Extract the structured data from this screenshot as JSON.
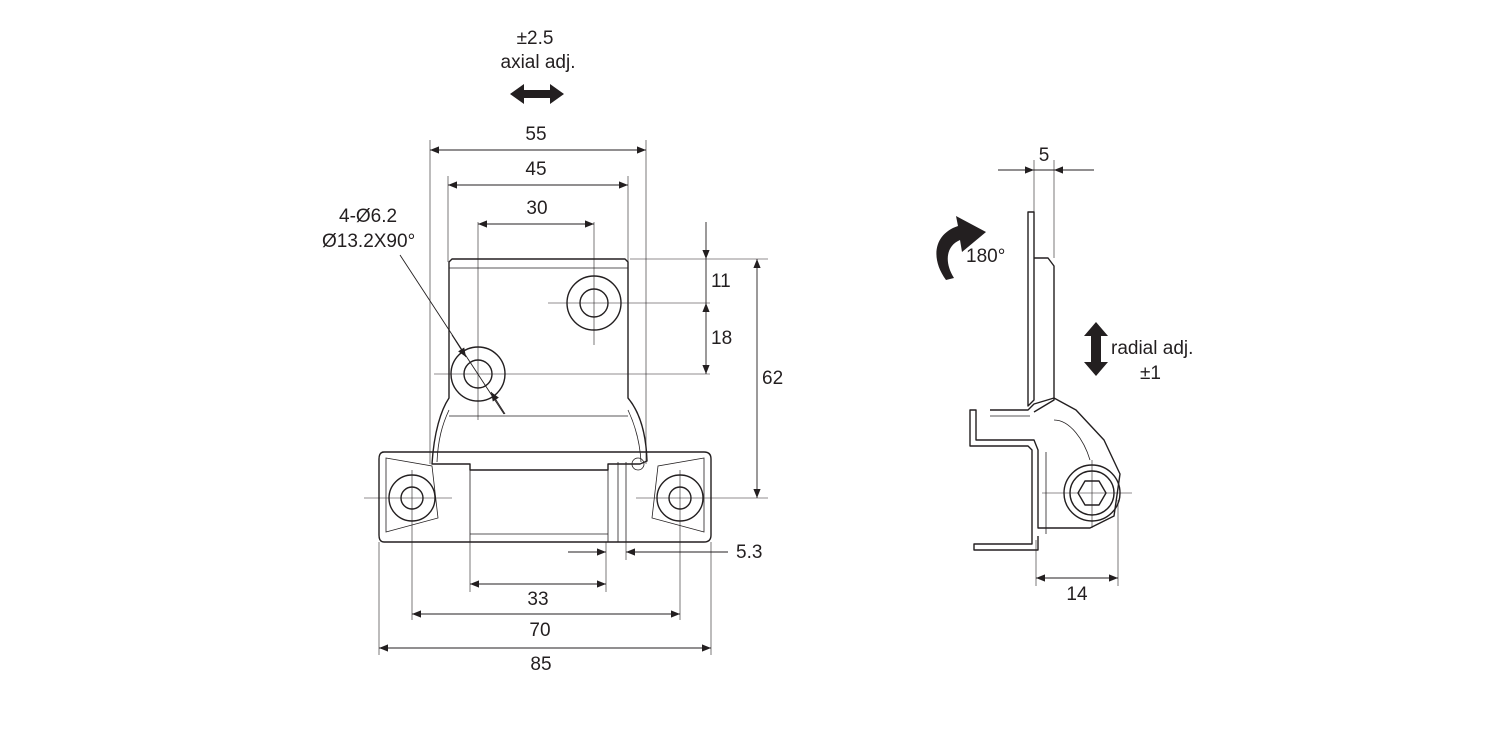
{
  "front_view": {
    "axial_value": "±2.5",
    "axial_label": "axial adj.",
    "dim_55": "55",
    "dim_45": "45",
    "dim_30": "30",
    "hole_callout_1": "4-Ø6.2",
    "hole_callout_2": "Ø13.2X90°",
    "dim_11": "11",
    "dim_18": "18",
    "dim_62": "62",
    "dim_5_3": "5.3",
    "dim_33": "33",
    "dim_70": "70",
    "dim_85": "85"
  },
  "side_view": {
    "dim_5": "5",
    "rotation_label": "180°",
    "radial_label": "radial adj.",
    "radial_value": "±1",
    "dim_14": "14"
  }
}
